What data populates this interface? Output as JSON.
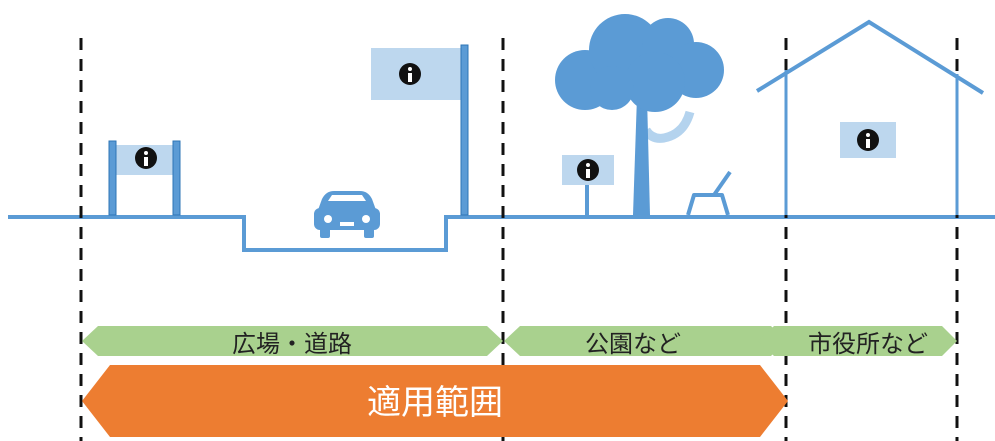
{
  "colors": {
    "ground": "#5b9bd5",
    "sign_fill": "#bdd7ee",
    "tree": "#5b9bd5",
    "tree_branch": "#b4d3ee",
    "green_arrow": "#a9d18e",
    "orange_arrow": "#ed7d31",
    "label_dark": "#222222",
    "label_light": "#ffffff",
    "divider": "#111111"
  },
  "icons": [
    "info-icon",
    "car-icon",
    "tree-icon",
    "bench-icon",
    "house-icon"
  ],
  "categories": [
    {
      "label": "広場・道路"
    },
    {
      "label": "公園など"
    },
    {
      "label": "市役所など"
    }
  ],
  "scope": {
    "label": "適用範囲"
  }
}
